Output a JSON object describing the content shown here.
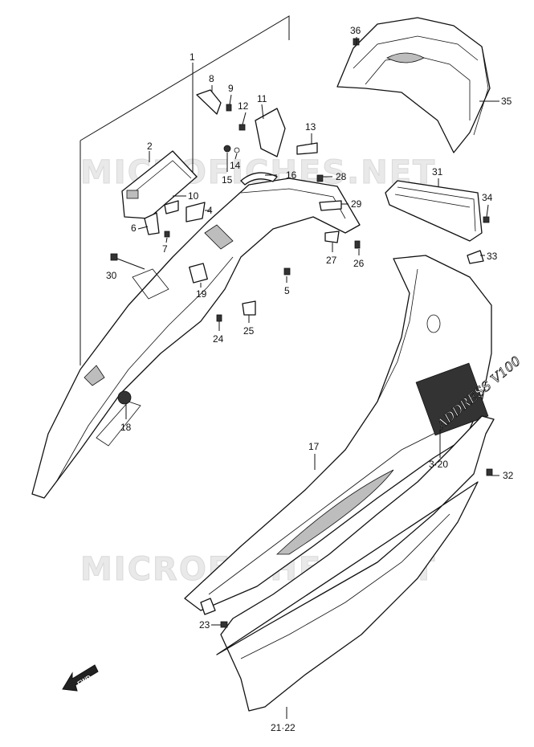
{
  "watermark": "MICROFICHES.NET",
  "brand_text": "ADDRESS V100",
  "fwd_label": "FWD",
  "labels": {
    "p1": "1",
    "p2": "2",
    "p3_20": "3·20",
    "p4": "4",
    "p5": "5",
    "p6": "6",
    "p7": "7",
    "p8": "8",
    "p9": "9",
    "p10": "10",
    "p11": "11",
    "p12": "12",
    "p13": "13",
    "p14": "14",
    "p15": "15",
    "p16": "16",
    "p17": "17",
    "p18": "18",
    "p19": "19",
    "p21_22": "21·22",
    "p23": "23",
    "p24": "24",
    "p25": "25",
    "p26": "26",
    "p27": "27",
    "p28": "28",
    "p29": "29",
    "p30": "30",
    "p31": "31",
    "p32": "32",
    "p33": "33",
    "p34": "34",
    "p35": "35",
    "p36": "36"
  }
}
